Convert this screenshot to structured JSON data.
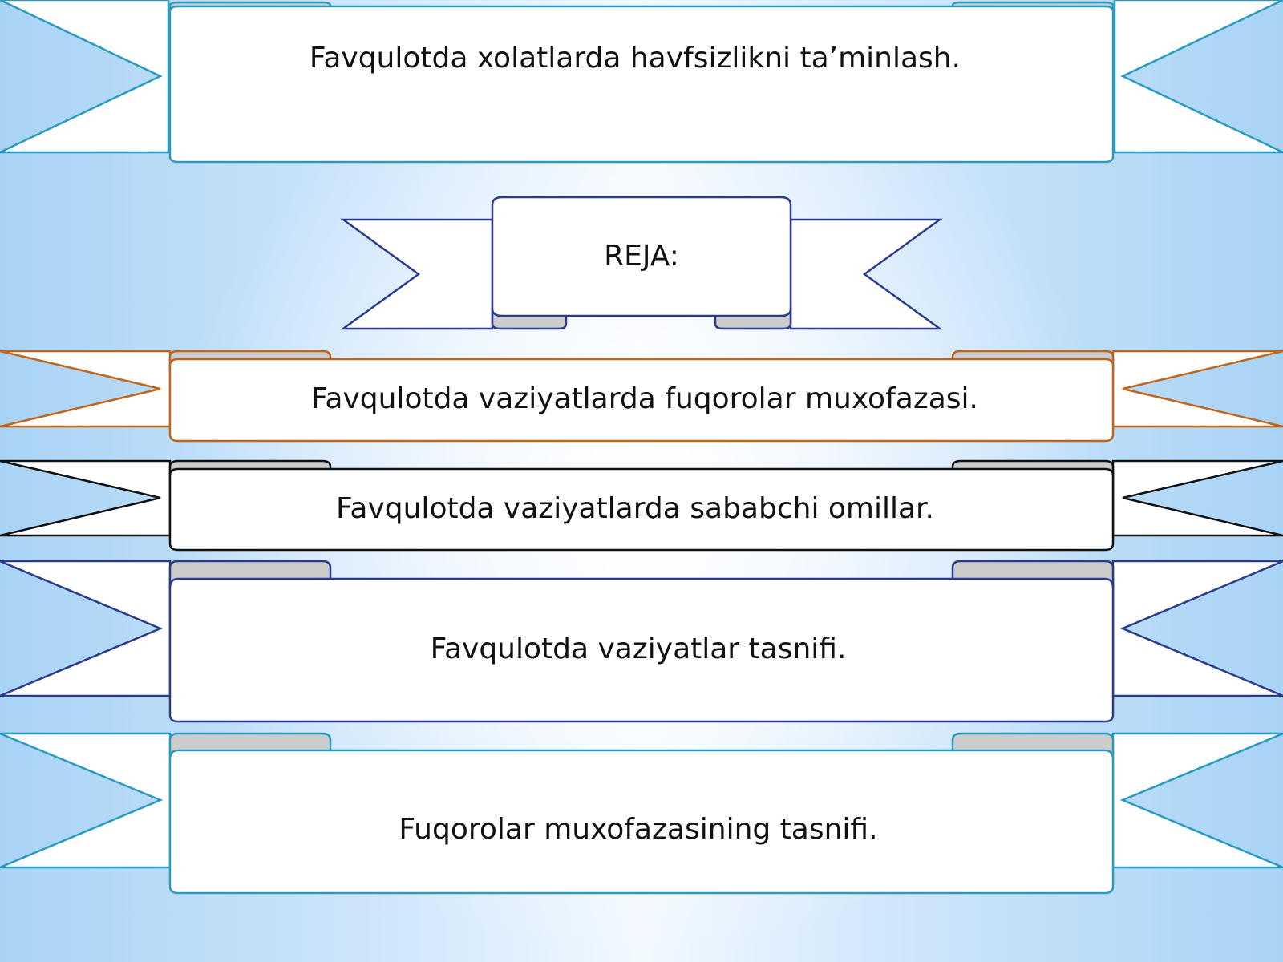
{
  "slide": {
    "title": "Favqulotda xolatlarda havfsizlikni ta’minlash.",
    "plan_label": "REJA:",
    "items": [
      "Favqulotda vaziyatlarda fuqorolar muxofazasi.",
      "Favqulotda vaziyatlarda sababchi omillar.",
      "Favqulotda vaziyatlar tasnifi.",
      "Fuqorolar muxofazasining tasnifi."
    ]
  },
  "colors": {
    "title_border": "#2a9bc0",
    "plan_border": "#2b3a8c",
    "item_borders": [
      "#c0651a",
      "#111111",
      "#2b3a8c",
      "#2a9bc0"
    ],
    "fold_fill": "#cccccc",
    "banner_fill": "#ffffff"
  }
}
